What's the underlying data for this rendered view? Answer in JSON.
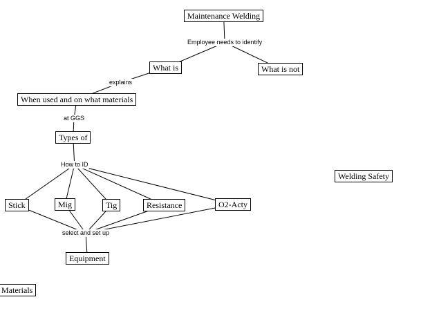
{
  "diagram": {
    "concepts": {
      "maintenance_welding": "Maintenance Welding",
      "what_is": "What is",
      "what_is_not": "What is not",
      "when_used": "When used and on what materials",
      "types_of": "Types of",
      "stick": "Stick",
      "mig": "Mig",
      "tig": "Tig",
      "resistance": "Resistance",
      "o2_acty": "O2-Acty",
      "equipment": "Equipment",
      "welding_safety": "Welding Safety",
      "materials": "Materials"
    },
    "link_labels": {
      "employee_needs": "Employee needs to identify",
      "explains": "explains",
      "at_ggs": "at GGS",
      "how_to_id": "How to ID",
      "select_setup": "select and set up"
    },
    "connections": [
      [
        "maintenance_welding",
        "employee_needs"
      ],
      [
        "employee_needs",
        "what_is"
      ],
      [
        "employee_needs",
        "what_is_not"
      ],
      [
        "what_is",
        "explains"
      ],
      [
        "explains",
        "when_used"
      ],
      [
        "when_used",
        "at_ggs"
      ],
      [
        "at_ggs",
        "types_of"
      ],
      [
        "types_of",
        "how_to_id"
      ],
      [
        "how_to_id",
        "stick"
      ],
      [
        "how_to_id",
        "mig"
      ],
      [
        "how_to_id",
        "tig"
      ],
      [
        "how_to_id",
        "resistance"
      ],
      [
        "how_to_id",
        "o2_acty"
      ],
      [
        "stick",
        "select_setup"
      ],
      [
        "mig",
        "select_setup"
      ],
      [
        "tig",
        "select_setup"
      ],
      [
        "resistance",
        "select_setup"
      ],
      [
        "o2_acty",
        "select_setup"
      ],
      [
        "select_setup",
        "equipment"
      ]
    ]
  }
}
